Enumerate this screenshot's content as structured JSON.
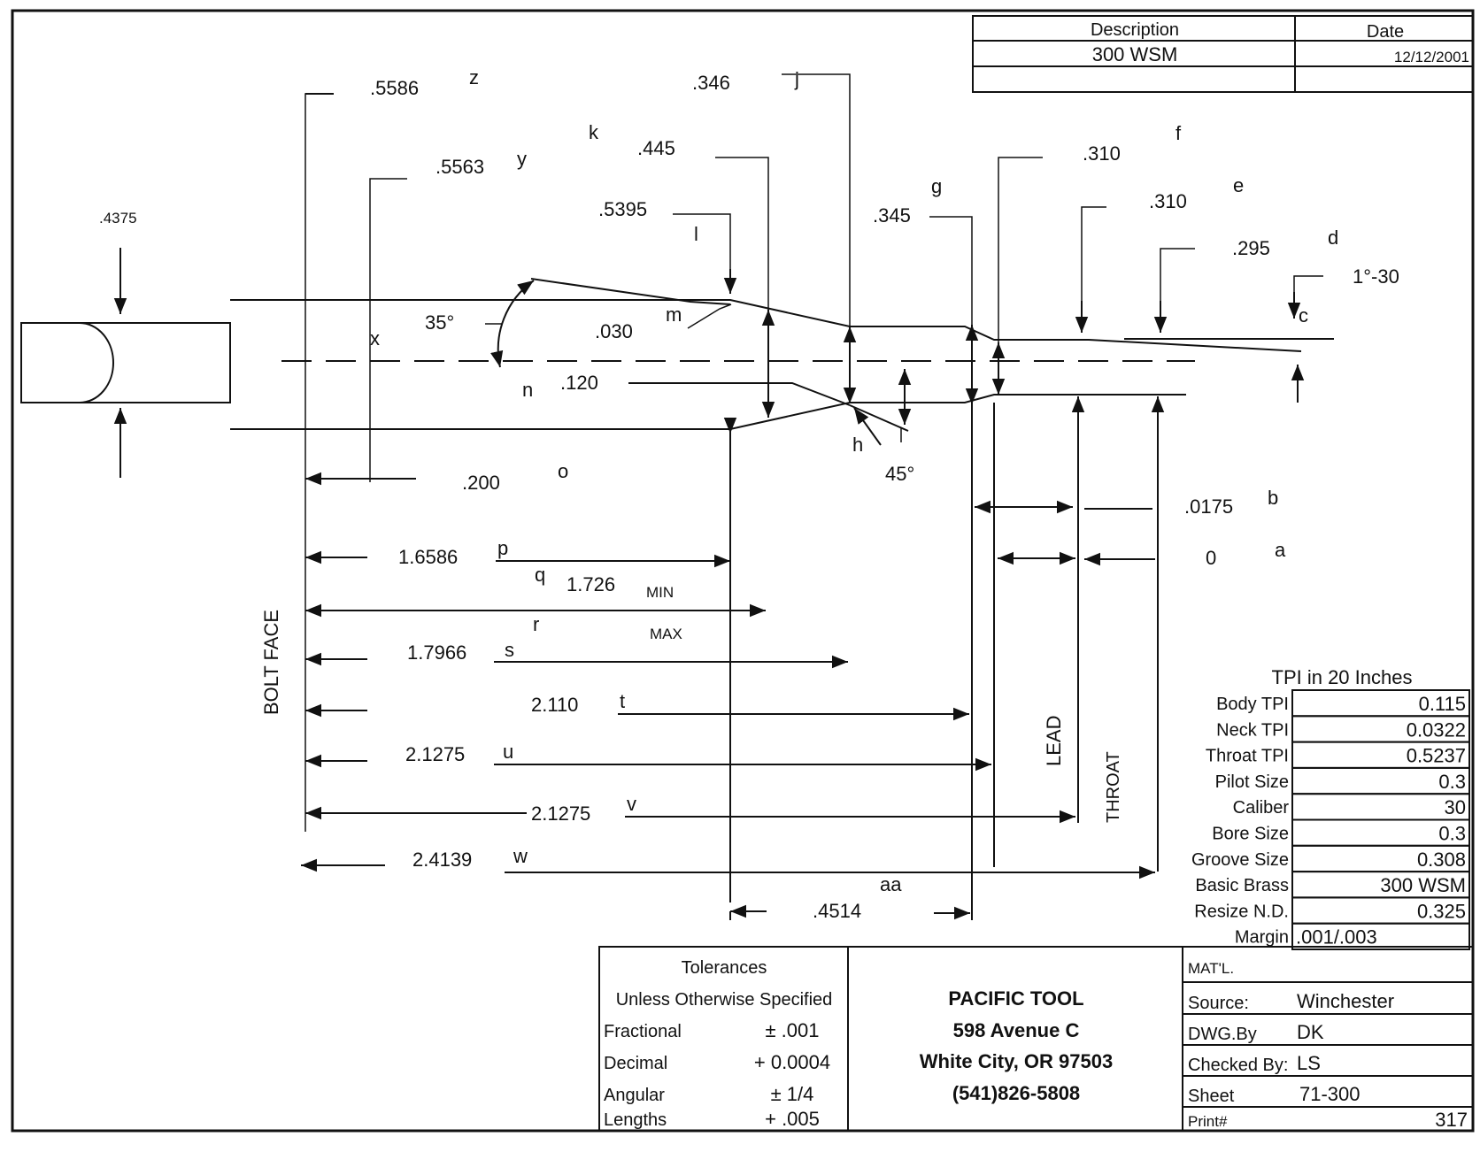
{
  "header": {
    "description_label": "Description",
    "date_label": "Date",
    "description": "300 WSM",
    "date": "12/12/2001"
  },
  "dimensions": {
    "z": ".5586",
    "z_letter": "z",
    "y": ".5563",
    "y_letter": "y",
    "k_letter": "k",
    "j": ".346",
    "j_letter": "j",
    "k": ".445",
    "l": ".5395",
    "l_letter": "l",
    "f": ".310",
    "f_letter": "f",
    "g": ".345",
    "g_letter": "g",
    "e": ".310",
    "e_letter": "e",
    "d": ".295",
    "d_letter": "d",
    "c": "1°-30",
    "c_letter": "c",
    "shank": ".4375",
    "x_letter": "x",
    "angle35": "35°",
    "m": ".030",
    "m_letter": "m",
    "n": ".120",
    "n_letter": "n",
    "h_letter": "h",
    "angle45": "45°",
    "o": ".200",
    "o_letter": "o",
    "b": ".0175",
    "b_letter": "b",
    "a": "0",
    "a_letter": "a",
    "p": "1.6586",
    "p_letter": "p",
    "q_letter": "q",
    "q": "1.726",
    "min": "MIN",
    "r_letter": "r",
    "max": "MAX",
    "s": "1.7966",
    "s_letter": "s",
    "t": "2.110",
    "t_letter": "t",
    "u": "2.1275",
    "u_letter": "u",
    "v": "2.1275",
    "v_letter": "v",
    "w": "2.4139",
    "w_letter": "w",
    "aa_letter": "aa",
    "aa": ".4514",
    "bolt_face": "BOLT FACE",
    "lead": "LEAD",
    "throat": "THROAT"
  },
  "tpi_table": {
    "title": "TPI in 20 Inches",
    "rows": [
      {
        "label": "Body TPI",
        "value": "0.115"
      },
      {
        "label": "Neck TPI",
        "value": "0.0322"
      },
      {
        "label": "Throat TPI",
        "value": "0.5237"
      },
      {
        "label": "Pilot Size",
        "value": "0.3"
      },
      {
        "label": "Caliber",
        "value": "30"
      },
      {
        "label": "Bore Size",
        "value": "0.3"
      },
      {
        "label": "Groove Size",
        "value": "0.308"
      },
      {
        "label": "Basic Brass",
        "value": "300 WSM"
      },
      {
        "label": "Resize N.D.",
        "value": "0.325"
      },
      {
        "label": "Margin",
        "value": ".001/.003"
      }
    ]
  },
  "tolerances": {
    "title": "Tolerances",
    "subtitle": "Unless Otherwise Specified",
    "rows": [
      {
        "label": "Fractional",
        "value": "± .001"
      },
      {
        "label": "Decimal",
        "value": "+ 0.0004"
      },
      {
        "label": "Angular",
        "value": "± 1/4"
      },
      {
        "label": "Lengths",
        "value": "+ .005"
      }
    ]
  },
  "company": {
    "name": "PACIFIC TOOL",
    "address": "598 Avenue C",
    "city": "White City, OR 97503",
    "phone": "(541)826-5808"
  },
  "title_block": {
    "material_label": "MAT'L.",
    "source_label": "Source:",
    "source": "Winchester",
    "drawn_label": "DWG.By",
    "drawn": "DK",
    "checked_label": "Checked By:",
    "checked": "LS",
    "sheet_label": "Sheet",
    "sheet": "71-300",
    "print_label": "Print#",
    "print": "317"
  }
}
